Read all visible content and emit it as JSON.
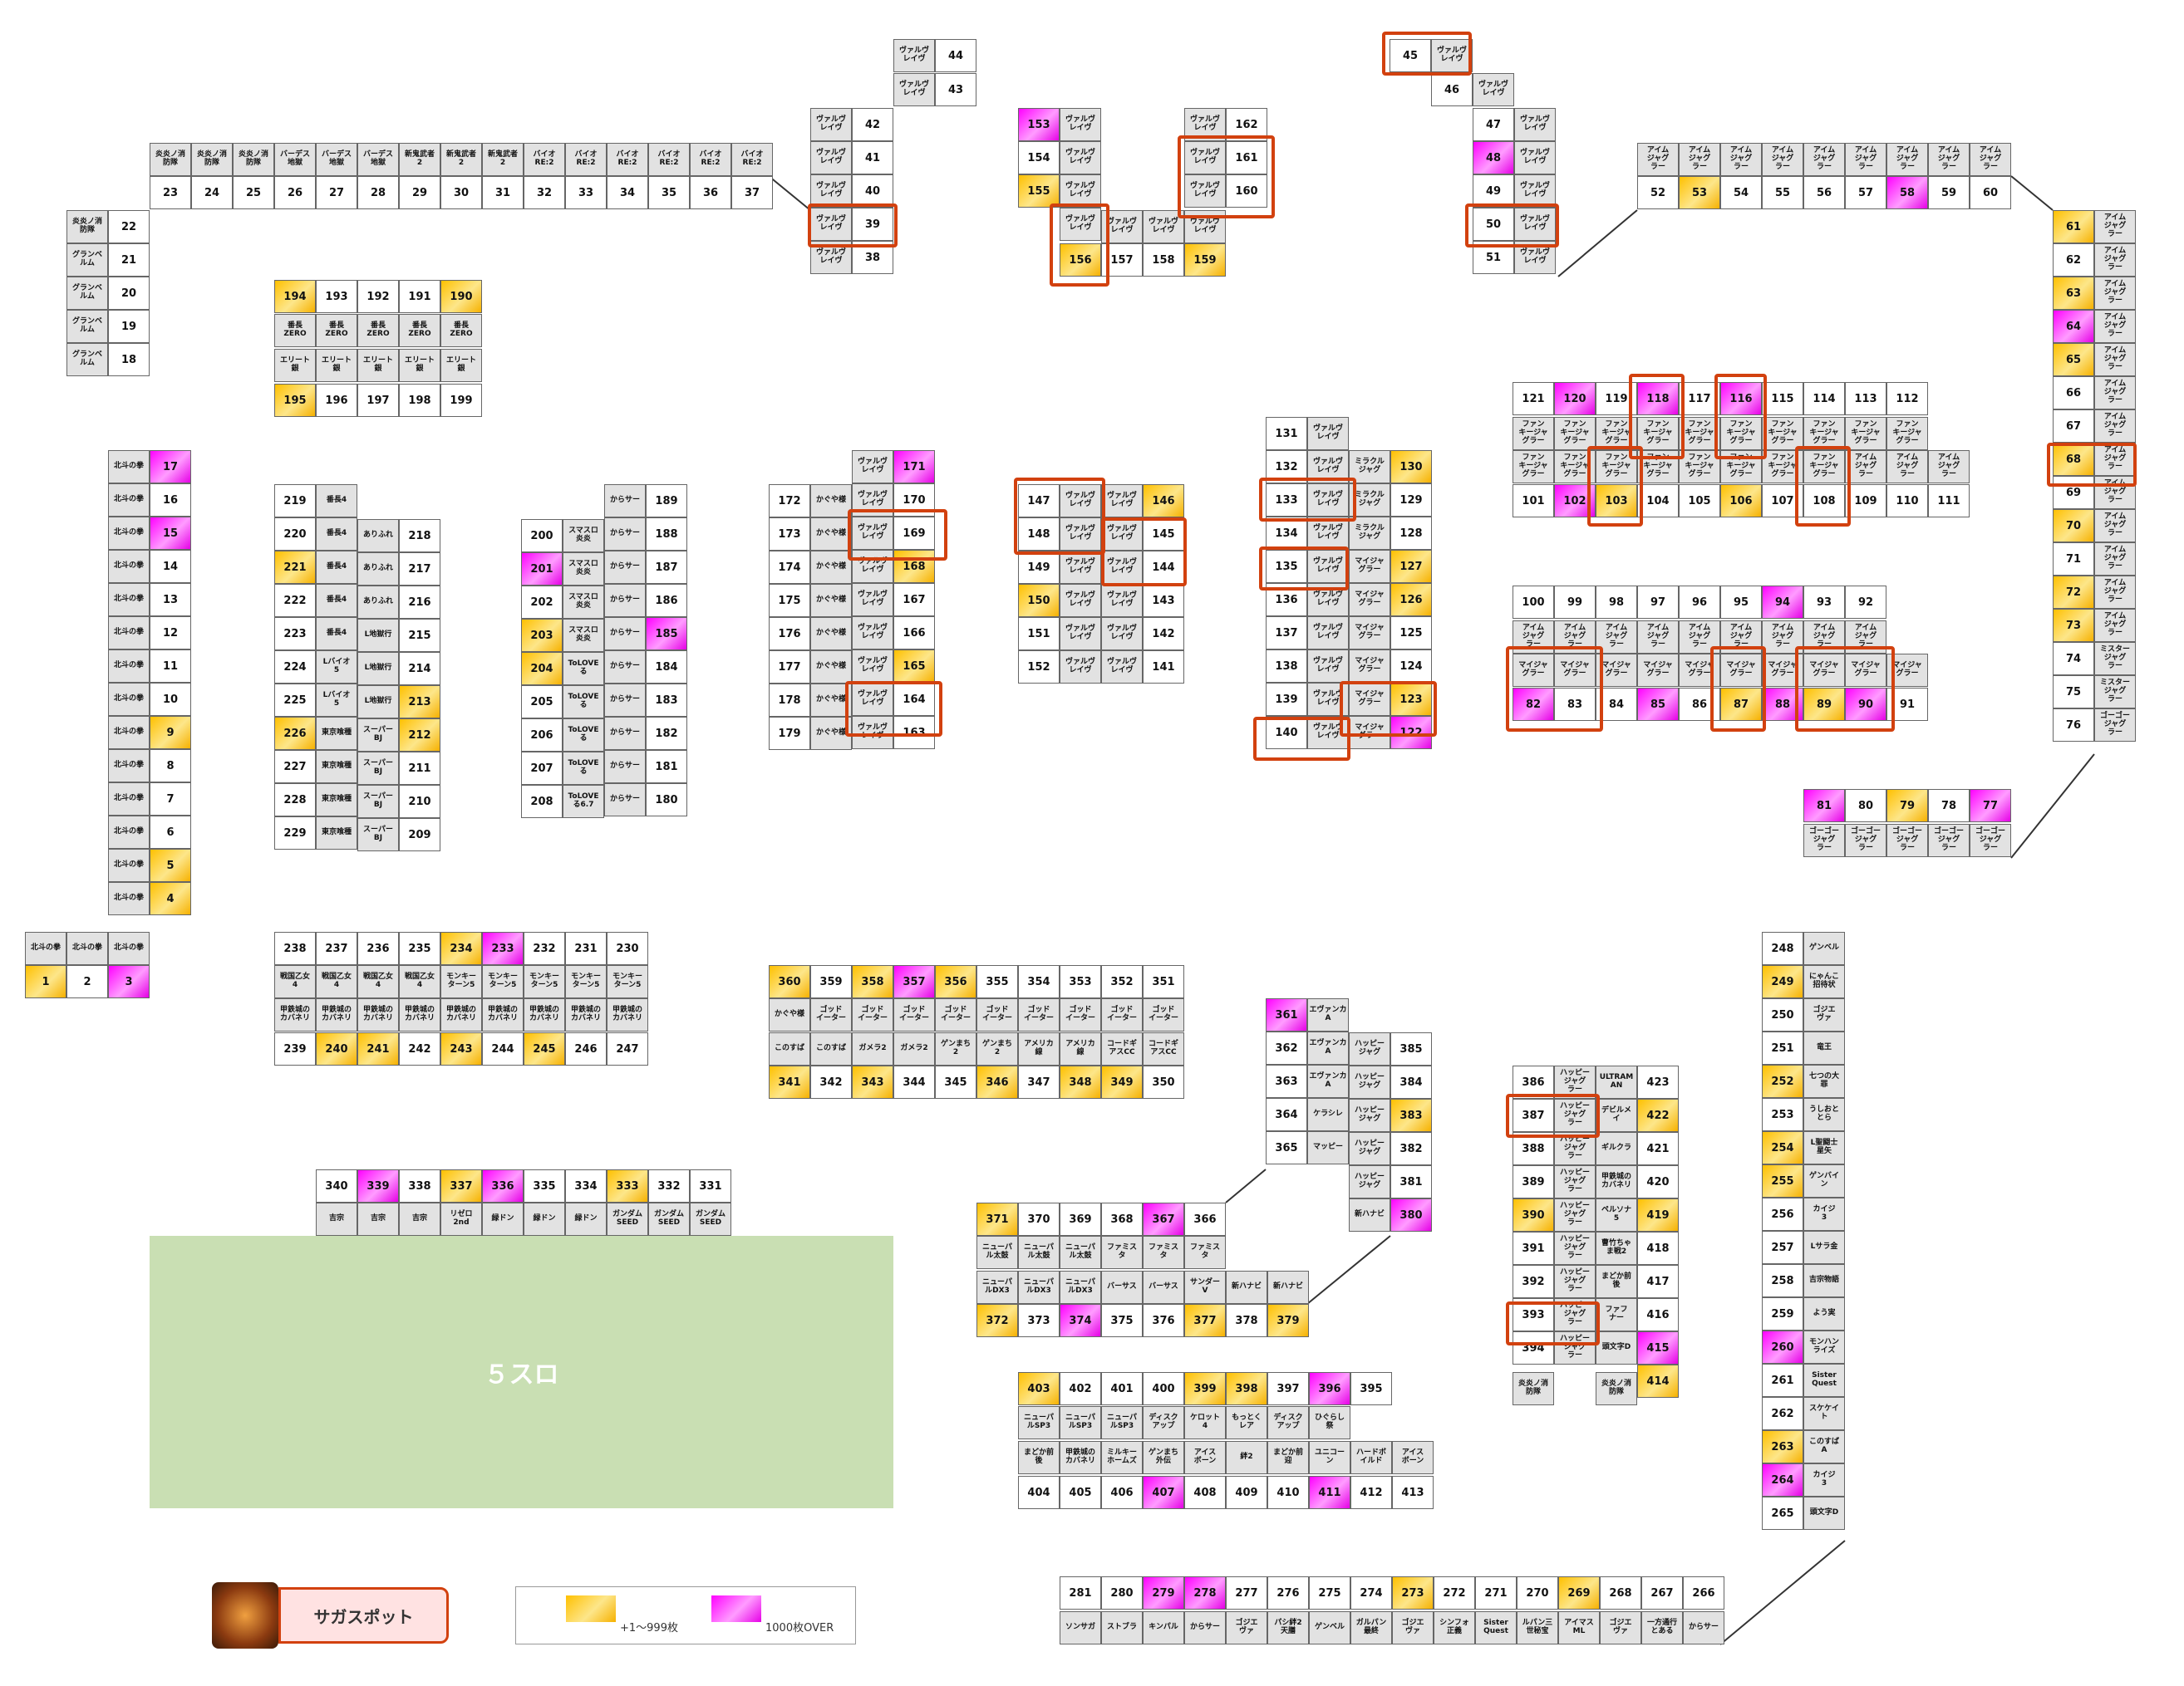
{
  "colors": {
    "gold": "#ffc000",
    "magenta": "#ff00ff",
    "machine_bg": "#e2e2e2",
    "highlight": "#d2410f",
    "area": "#c9dfb3"
  },
  "brand": {
    "label": "サガスポット",
    "icon": "compass-icon"
  },
  "legend": {
    "gold_label": "+1～999枚",
    "magenta_label": "1000枚OVER"
  },
  "area_label": "５スロ",
  "highlighted_machines": [
    "45",
    "39",
    "161",
    "160",
    "156",
    "50",
    "118",
    "116",
    "103",
    "108",
    "68",
    "133",
    "135",
    "148",
    "169",
    "164",
    "123",
    "140",
    "82",
    "87",
    "89",
    "90",
    "387",
    "393"
  ],
  "machine_status": {
    "gold": [
      "1",
      "4",
      "5",
      "9",
      "53",
      "61",
      "63",
      "65",
      "68",
      "70",
      "72",
      "73",
      "79",
      "87",
      "89",
      "103",
      "106",
      "127",
      "123",
      "126",
      "130",
      "146",
      "150",
      "155",
      "156",
      "159",
      "165",
      "168",
      "190",
      "194",
      "195",
      "203",
      "204",
      "212",
      "213",
      "221",
      "226",
      "234",
      "240",
      "241",
      "243",
      "245",
      "249",
      "252",
      "254",
      "255",
      "263",
      "269",
      "273",
      "333",
      "337",
      "341",
      "343",
      "346",
      "348",
      "349",
      "356",
      "358",
      "360",
      "371",
      "372",
      "377",
      "379",
      "383",
      "390",
      "398",
      "399",
      "403",
      "414",
      "419",
      "422"
    ],
    "magenta": [
      "3",
      "15",
      "17",
      "48",
      "58",
      "64",
      "77",
      "81",
      "82",
      "85",
      "88",
      "90",
      "94",
      "102",
      "116",
      "118",
      "120",
      "122",
      "153",
      "171",
      "185",
      "201",
      "233",
      "260",
      "264",
      "278",
      "279",
      "336",
      "339",
      "357",
      "361",
      "367",
      "374",
      "380",
      "396",
      "407",
      "411",
      "415"
    ]
  }
}
